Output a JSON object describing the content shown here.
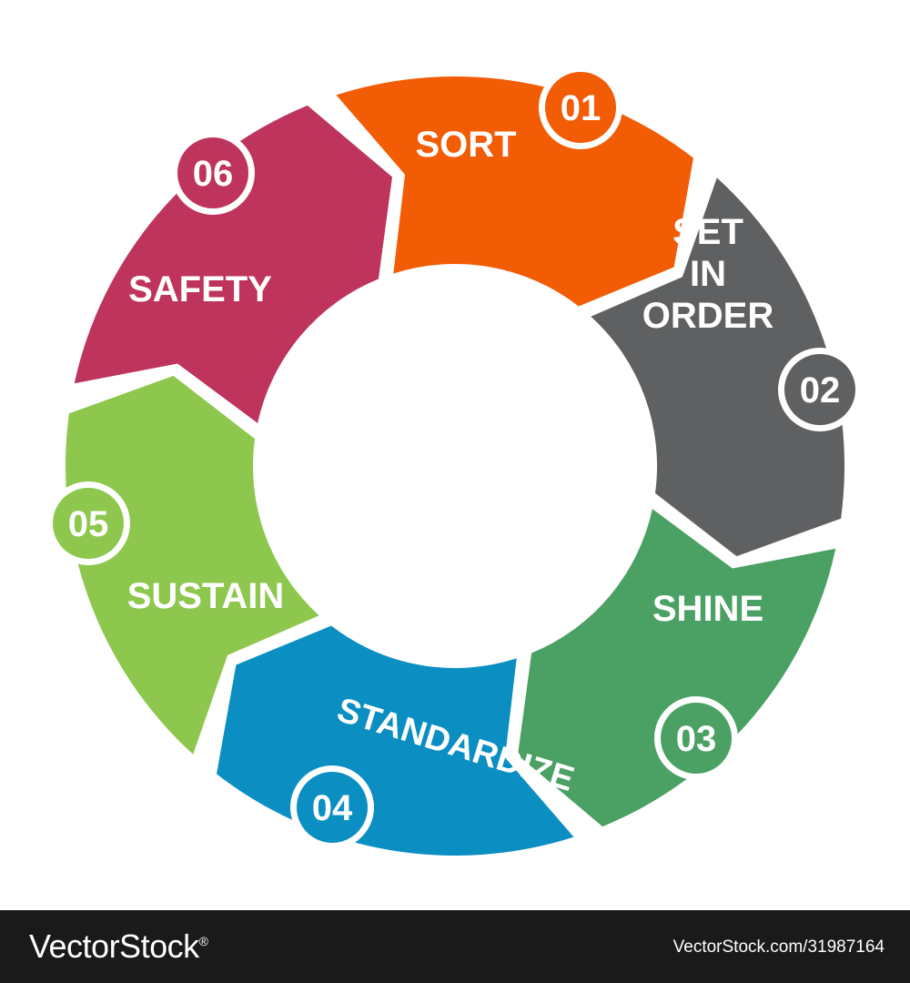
{
  "diagram": {
    "steps": [
      {
        "number": "01",
        "lines": [
          "SORT"
        ],
        "color": "#f25c05"
      },
      {
        "number": "02",
        "lines": [
          "SET",
          "IN",
          "ORDER"
        ],
        "color": "#5f6061"
      },
      {
        "number": "03",
        "lines": [
          "SHINE"
        ],
        "color": "#4ba163"
      },
      {
        "number": "04",
        "lines": [
          "STANDARDIZE"
        ],
        "color": "#0b8ec2"
      },
      {
        "number": "05",
        "lines": [
          "SUSTAIN"
        ],
        "color": "#8dc74d"
      },
      {
        "number": "06",
        "lines": [
          "SAFETY"
        ],
        "color": "#be345c"
      }
    ]
  },
  "footer": {
    "brand": "VectorStock",
    "brand_mark": "®",
    "reference": "VectorStock.com/31987164"
  }
}
